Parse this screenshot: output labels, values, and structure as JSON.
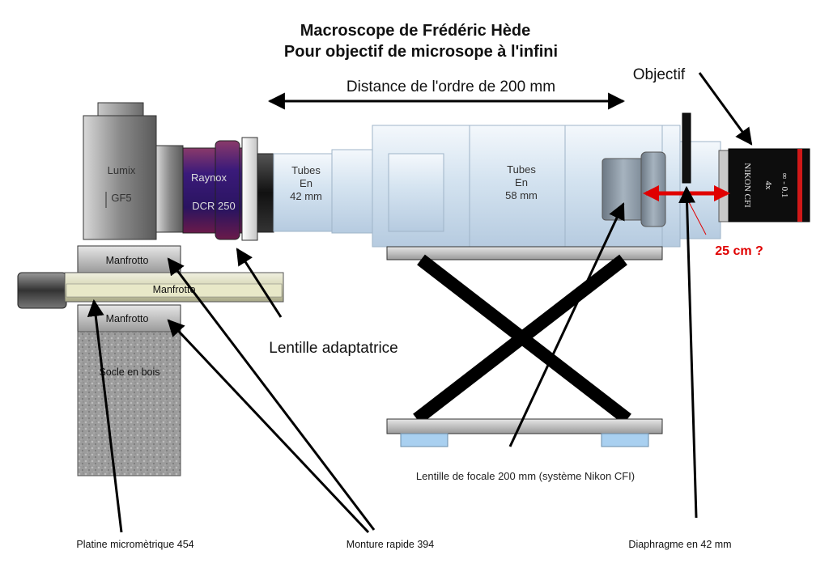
{
  "title": {
    "line1": "Macroscope de Frédéric Hède",
    "line2": "Pour objectif de microsope à l'infini"
  },
  "distance_label": "Distance de l'ordre de 200 mm",
  "objectif_label": "Objectif",
  "camera": {
    "line1": "Lumix",
    "line2": "GF5"
  },
  "raynox": {
    "line1": "Raynox",
    "line2": "DCR 250"
  },
  "tubes42": {
    "line1": "Tubes",
    "line2": "En",
    "line3": "42 mm"
  },
  "tubes58": {
    "line1": "Tubes",
    "line2": "En",
    "line3": "58 mm"
  },
  "objective_markings": {
    "brand": "NIKON CFI",
    "mag": "4x",
    "spec": "∞ - 0.1"
  },
  "manfrotto": {
    "top": "Manfrotto",
    "rail": "Manfrotto",
    "bottom": "Manfrotto"
  },
  "socle": "Socle en bois",
  "lentille_adaptatrice": "Lentille adaptatrice",
  "lentille_focale": "Lentille de focale 200 mm (système Nikon CFI)",
  "annotation_25cm": "25 cm ?",
  "bottom_labels": {
    "platine": "Platine micromètrique 454",
    "monture": "Monture rapide 394",
    "diaphragme": "Diaphragme en 42 mm"
  },
  "colors": {
    "arrow_red": "#e00000",
    "tube_blue": "#d7e6f3",
    "raynox_purple": "#4a1670",
    "stand_blue": "#a9d0f0"
  }
}
